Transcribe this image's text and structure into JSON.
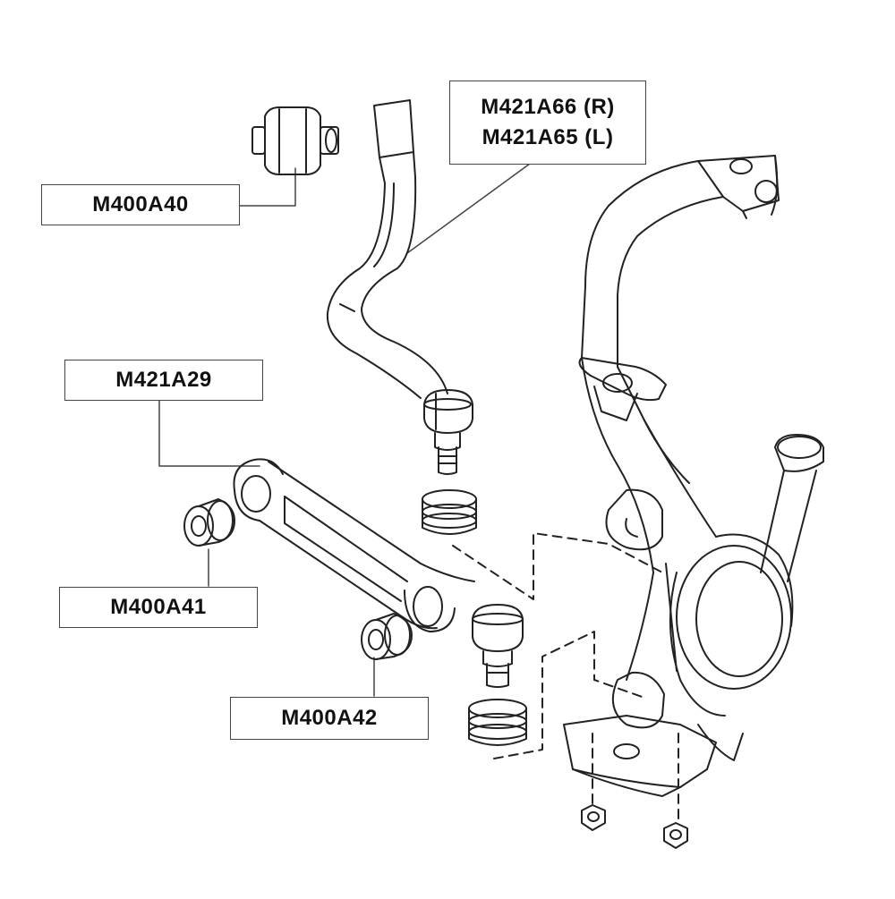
{
  "labels": {
    "bushing_upper": "M400A40",
    "upper_arm_r": "M421A66 (R)",
    "upper_arm_l": "M421A65 (L)",
    "lower_arm": "M421A29",
    "bushing_front": "M400A41",
    "bushing_rear": "M400A42"
  },
  "colors": {
    "line": "#222222",
    "box_border": "#444444",
    "background": "#ffffff"
  }
}
